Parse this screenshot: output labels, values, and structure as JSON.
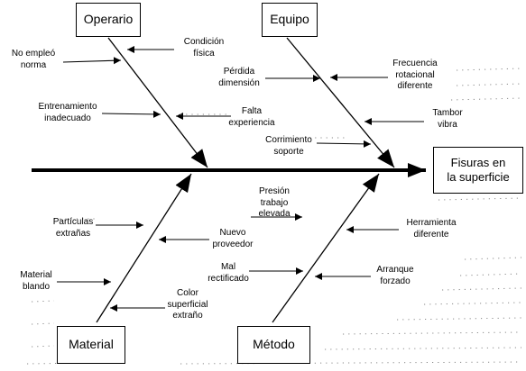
{
  "diagram": {
    "effect": "Fisuras en\nla superficie",
    "categories": [
      {
        "id": "operario",
        "label": "Operario"
      },
      {
        "id": "equipo",
        "label": "Equipo"
      },
      {
        "id": "material",
        "label": "Material"
      },
      {
        "id": "metodo",
        "label": "Método"
      }
    ],
    "causes": [
      {
        "id": "no-empleo-norma",
        "category": "operario",
        "label": "No empleó\nnorma"
      },
      {
        "id": "condicion-fisica",
        "category": "operario",
        "label": "Condición\nfísica"
      },
      {
        "id": "entrenamiento-inadecuado",
        "category": "operario",
        "label": "Entrenamiento\ninadecuado"
      },
      {
        "id": "falta-experiencia",
        "category": "operario",
        "label": "Falta\nexperiencia"
      },
      {
        "id": "perdida-dimension",
        "category": "equipo",
        "label": "Pérdida\ndimensión"
      },
      {
        "id": "frecuencia-rotacional",
        "category": "equipo",
        "label": "Frecuencia\nrotacional\ndiferente"
      },
      {
        "id": "tambor-vibra",
        "category": "equipo",
        "label": "Tambor\nvibra"
      },
      {
        "id": "corrimiento-soporte",
        "category": "equipo",
        "label": "Corrimiento\nsoporte"
      },
      {
        "id": "particulas-extranas",
        "category": "material",
        "label": "Partículas\nextrañas"
      },
      {
        "id": "nuevo-proveedor",
        "category": "material",
        "label": "Nuevo\nproveedor"
      },
      {
        "id": "material-blando",
        "category": "material",
        "label": "Material\nblando"
      },
      {
        "id": "color-superficial",
        "category": "material",
        "label": "Color\nsuperficial\nextraño"
      },
      {
        "id": "presion-trabajo",
        "category": "metodo",
        "label": "Presión\ntrabajo\nelevada"
      },
      {
        "id": "herramienta-diferente",
        "category": "metodo",
        "label": "Herramienta\ndiferente"
      },
      {
        "id": "mal-rectificado",
        "category": "metodo",
        "label": "Mal\nrectificado"
      },
      {
        "id": "arranque-forzado",
        "category": "metodo",
        "label": "Arranque\nforzado"
      }
    ]
  }
}
